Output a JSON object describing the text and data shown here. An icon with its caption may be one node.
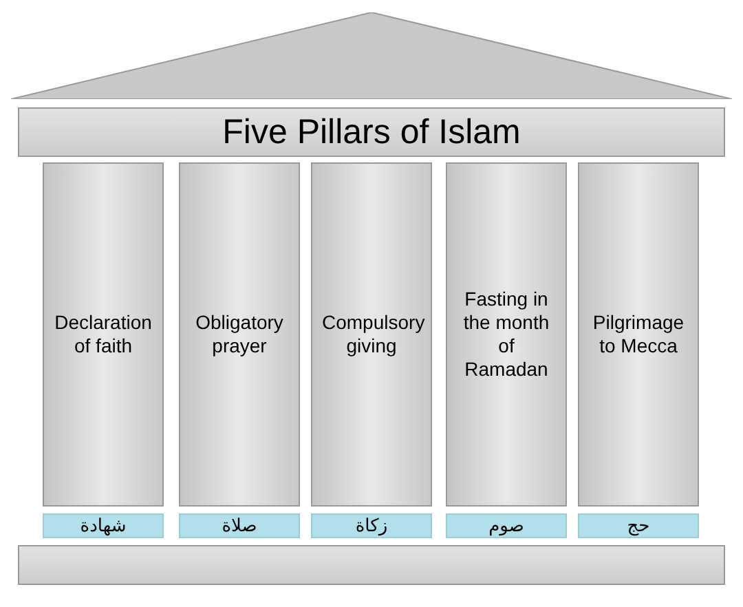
{
  "diagram": {
    "nodes": [
      {
        "text": [],
        "shape": "triangle"
      },
      {
        "text": [
          "Five Pillars of Islam"
        ]
      },
      {
        "text": [
          "Declaration of faith"
        ]
      },
      {
        "text": [
          "Obligatory prayer"
        ]
      },
      {
        "text": [
          "Compulsory giving"
        ]
      },
      {
        "text": [
          "Fasting in the month of Ramadan"
        ]
      },
      {
        "text": [
          "Pilgrimage to Mecca"
        ]
      },
      {
        "text": [
          "شهادة"
        ]
      },
      {
        "text": [
          "صلاة"
        ]
      },
      {
        "text": [
          "زكاة"
        ]
      },
      {
        "text": [
          "صوم"
        ]
      },
      {
        "text": [
          "حج"
        ]
      },
      {
        "text": [],
        "shape": "box"
      }
    ]
  }
}
